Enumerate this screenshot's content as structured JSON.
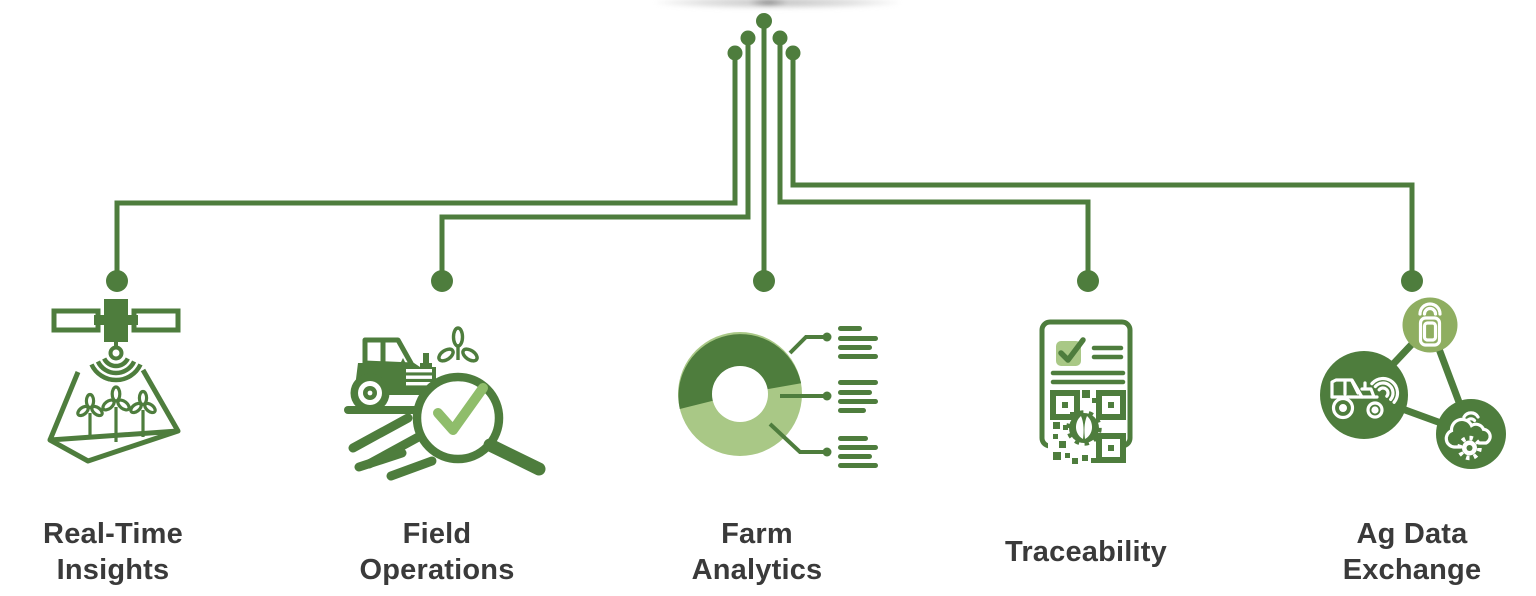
{
  "diagram": {
    "type": "hub-branch infographic",
    "hub": {
      "icon": "circuit-hub-dots",
      "dot_count": 5
    },
    "colors": {
      "primary_green": "#4e7d3d",
      "light_green": "#a9c886",
      "medium_green": "#8fae61",
      "check_green": "#8fbd6b",
      "label_text": "#3a3a3a",
      "background": "#ffffff"
    }
  },
  "nodes": [
    {
      "label": "Real-Time\nInsights",
      "icon": "satellite-field-icon"
    },
    {
      "label": "Field\nOperations",
      "icon": "tractor-inspection-icon"
    },
    {
      "label": "Farm\nAnalytics",
      "icon": "donut-chart-icon"
    },
    {
      "label": "Traceability",
      "icon": "qr-document-icon"
    },
    {
      "label": "Ag Data\nExchange",
      "icon": "connected-devices-icon"
    }
  ]
}
